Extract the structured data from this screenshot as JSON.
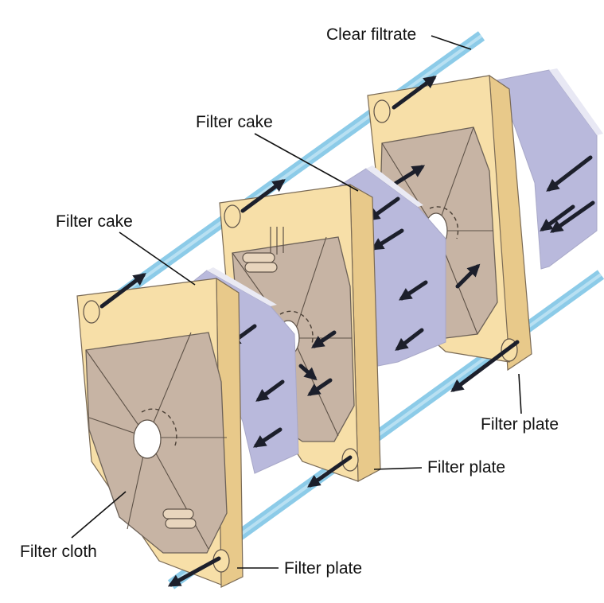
{
  "labels": {
    "clear_filtrate": "Clear filtrate",
    "filter_cake_top": "Filter cake",
    "filter_cake_left": "Filter cake",
    "filter_plate_right": "Filter plate",
    "filter_plate_middle": "Filter plate",
    "filter_plate_bottom": "Filter plate",
    "filter_cloth": "Filter cloth"
  },
  "colors": {
    "pipe": "#8ccbe8",
    "frame_face": "#f7dfa8",
    "frame_side": "#e8c98a",
    "cloth": "#c7b4a4",
    "cake": "#b9b9dc",
    "arrow": "#1c1f2b"
  }
}
